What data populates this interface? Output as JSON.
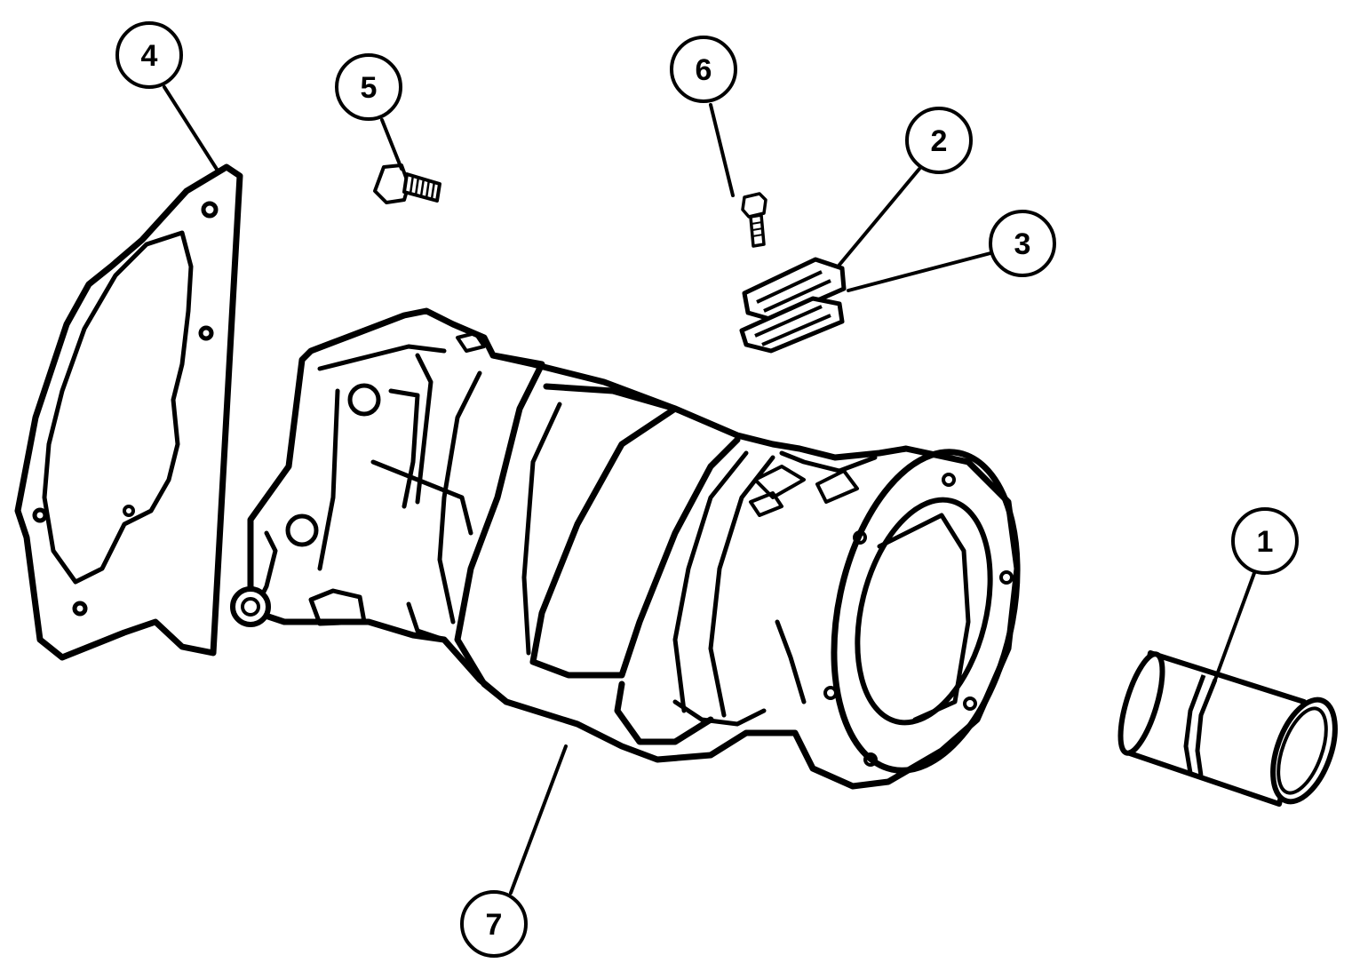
{
  "diagram": {
    "line_color": "#000000",
    "background": "#ffffff",
    "callouts": [
      {
        "id": "callout-1",
        "label": "1",
        "part": "bushing"
      },
      {
        "id": "callout-2",
        "label": "2",
        "part": "vent-clip-upper"
      },
      {
        "id": "callout-3",
        "label": "3",
        "part": "vent-clip-lower"
      },
      {
        "id": "callout-4",
        "label": "4",
        "part": "gasket"
      },
      {
        "id": "callout-5",
        "label": "5",
        "part": "bolt"
      },
      {
        "id": "callout-6",
        "label": "6",
        "part": "small-bolt"
      },
      {
        "id": "callout-7",
        "label": "7",
        "part": "extension-housing"
      }
    ]
  }
}
